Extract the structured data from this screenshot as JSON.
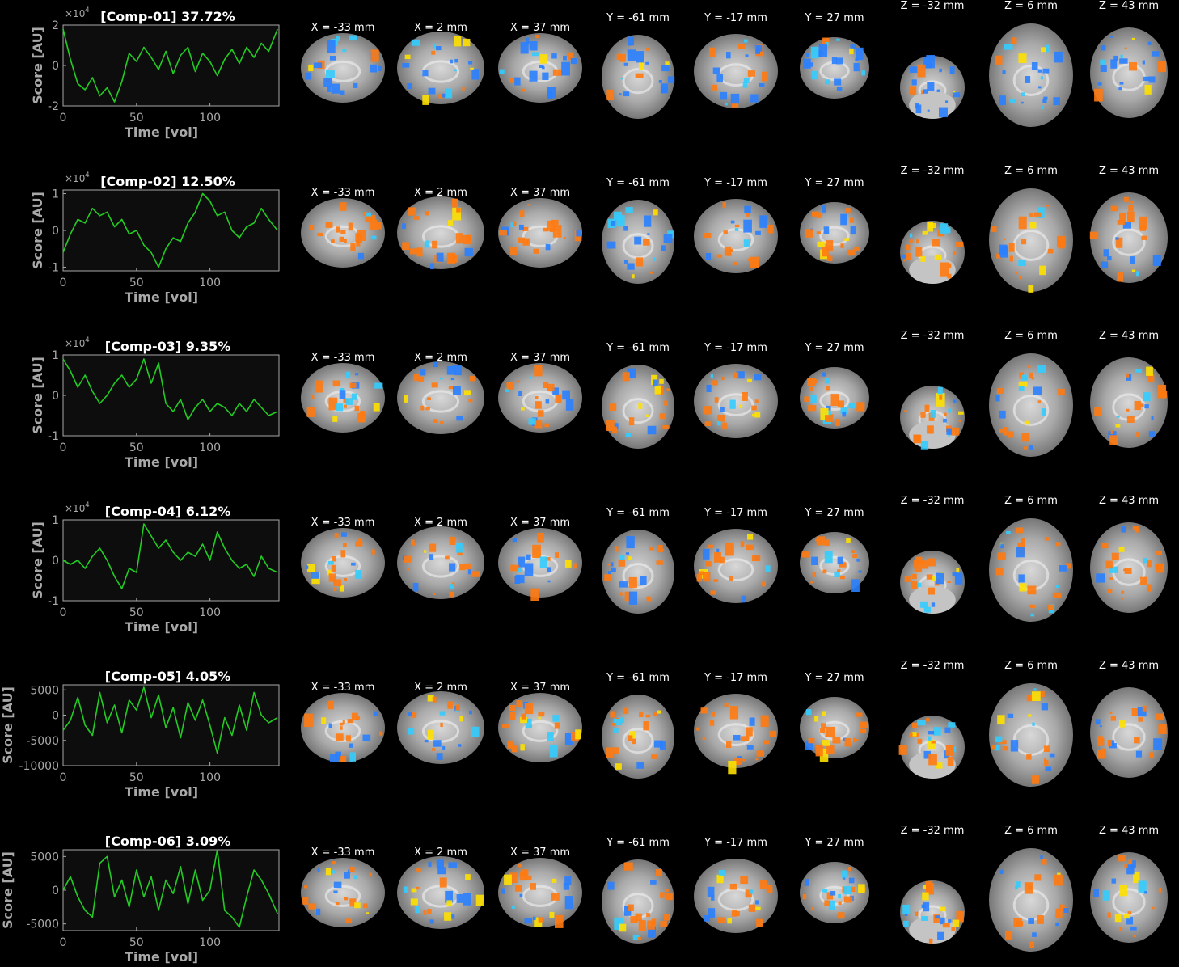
{
  "figure": {
    "slice_labels": {
      "sagittal": [
        "X = -33 mm",
        "X = 2 mm",
        "X = 37 mm"
      ],
      "coronal": [
        "Y = -61 mm",
        "Y = -17 mm",
        "Y = 27 mm"
      ],
      "axial": [
        "Z = -32 mm",
        "Z = 6 mm",
        "Z = 43 mm"
      ]
    },
    "colors": {
      "background": "#000000",
      "plot_background": "#0d0d0d",
      "axis": "#a8a8a8",
      "trace": "#22cc22",
      "positive_map": "#ff7a10",
      "positive_peak": "#ffe000",
      "negative_map": "#2a7fff",
      "negative_peak": "#33ccff",
      "brain_gray": "#b0b0b0"
    },
    "icons": [
      "brain-slice-image"
    ]
  },
  "chart_data": [
    {
      "type": "line",
      "title": "[Comp-01] 37.72%",
      "xlabel": "Time [vol]",
      "ylabel": "Score [AU]",
      "exponent_label": "×10",
      "exponent_power": "4",
      "xlim": [
        0,
        147
      ],
      "ylim": [
        -2,
        2
      ],
      "xticks": [
        "0",
        "50",
        "100"
      ],
      "xtick_values": [
        0,
        50,
        100
      ],
      "yticks": [
        "2",
        "0",
        "-2"
      ],
      "ytick_values": [
        2,
        0,
        -2
      ],
      "x": [
        0,
        5,
        10,
        15,
        20,
        25,
        30,
        35,
        40,
        45,
        50,
        55,
        60,
        65,
        70,
        75,
        80,
        85,
        90,
        95,
        100,
        105,
        110,
        115,
        120,
        125,
        130,
        135,
        140,
        146
      ],
      "y": [
        1.8,
        0.3,
        -0.9,
        -1.2,
        -0.6,
        -1.5,
        -1.1,
        -1.8,
        -0.8,
        0.6,
        0.2,
        0.9,
        0.4,
        -0.2,
        0.7,
        -0.4,
        0.5,
        0.9,
        -0.3,
        0.6,
        0.2,
        -0.5,
        0.3,
        0.8,
        0.1,
        0.9,
        0.4,
        1.1,
        0.7,
        1.8
      ]
    },
    {
      "type": "line",
      "title": "[Comp-02] 12.50%",
      "xlabel": "Time [vol]",
      "ylabel": "Score [AU]",
      "exponent_label": "×10",
      "exponent_power": "4",
      "xlim": [
        0,
        147
      ],
      "ylim": [
        -1.1,
        1.1
      ],
      "xticks": [
        "0",
        "50",
        "100"
      ],
      "xtick_values": [
        0,
        50,
        100
      ],
      "yticks": [
        "1",
        "0",
        "-1"
      ],
      "ytick_values": [
        1,
        0,
        -1
      ],
      "x": [
        0,
        5,
        10,
        15,
        20,
        25,
        30,
        35,
        40,
        45,
        50,
        55,
        60,
        65,
        70,
        75,
        80,
        85,
        90,
        95,
        100,
        105,
        110,
        115,
        120,
        125,
        130,
        135,
        140,
        146
      ],
      "y": [
        -0.6,
        -0.1,
        0.3,
        0.2,
        0.6,
        0.4,
        0.5,
        0.1,
        0.3,
        -0.1,
        0.0,
        -0.4,
        -0.6,
        -1.0,
        -0.5,
        -0.2,
        -0.3,
        0.2,
        0.5,
        1.0,
        0.8,
        0.4,
        0.5,
        0.0,
        -0.2,
        0.1,
        0.2,
        0.6,
        0.3,
        0.0
      ]
    },
    {
      "type": "line",
      "title": "[Comp-03] 9.35%",
      "xlabel": "Time [vol]",
      "ylabel": "Score [AU]",
      "exponent_label": "×10",
      "exponent_power": "4",
      "xlim": [
        0,
        147
      ],
      "ylim": [
        -1,
        1
      ],
      "xticks": [
        "0",
        "50",
        "100"
      ],
      "xtick_values": [
        0,
        50,
        100
      ],
      "yticks": [
        "1",
        "0",
        "-1"
      ],
      "ytick_values": [
        1,
        0,
        -1
      ],
      "x": [
        0,
        5,
        10,
        15,
        20,
        25,
        30,
        35,
        40,
        45,
        50,
        55,
        60,
        65,
        70,
        75,
        80,
        85,
        90,
        95,
        100,
        105,
        110,
        115,
        120,
        125,
        130,
        135,
        140,
        146
      ],
      "y": [
        0.9,
        0.6,
        0.2,
        0.5,
        0.1,
        -0.2,
        0.0,
        0.3,
        0.5,
        0.2,
        0.4,
        0.9,
        0.3,
        0.8,
        -0.2,
        -0.4,
        -0.1,
        -0.6,
        -0.3,
        -0.1,
        -0.4,
        -0.2,
        -0.3,
        -0.5,
        -0.2,
        -0.4,
        -0.1,
        -0.3,
        -0.5,
        -0.4
      ]
    },
    {
      "type": "line",
      "title": "[Comp-04] 6.12%",
      "xlabel": "Time [vol]",
      "ylabel": "Score [AU]",
      "exponent_label": "×10",
      "exponent_power": "4",
      "xlim": [
        0,
        147
      ],
      "ylim": [
        -1,
        1
      ],
      "xticks": [
        "0",
        "50",
        "100"
      ],
      "xtick_values": [
        0,
        50,
        100
      ],
      "yticks": [
        "1",
        "0",
        "-1"
      ],
      "ytick_values": [
        1,
        0,
        -1
      ],
      "x": [
        0,
        5,
        10,
        15,
        20,
        25,
        30,
        35,
        40,
        45,
        50,
        55,
        60,
        65,
        70,
        75,
        80,
        85,
        90,
        95,
        100,
        105,
        110,
        115,
        120,
        125,
        130,
        135,
        140,
        146
      ],
      "y": [
        0.0,
        -0.1,
        0.0,
        -0.2,
        0.1,
        0.3,
        0.0,
        -0.4,
        -0.7,
        -0.2,
        -0.3,
        0.9,
        0.6,
        0.3,
        0.5,
        0.2,
        0.0,
        0.2,
        0.1,
        0.4,
        0.0,
        0.7,
        0.3,
        0.0,
        -0.2,
        -0.1,
        -0.4,
        0.1,
        -0.2,
        -0.3
      ]
    },
    {
      "type": "line",
      "title": "[Comp-05] 4.05%",
      "xlabel": "Time [vol]",
      "ylabel": "Score [AU]",
      "exponent_label": "",
      "exponent_power": "",
      "xlim": [
        0,
        147
      ],
      "ylim": [
        -10000,
        6000
      ],
      "xticks": [
        "0",
        "50",
        "100"
      ],
      "xtick_values": [
        0,
        50,
        100
      ],
      "yticks": [
        "5000",
        "0",
        "-5000",
        "-10000"
      ],
      "ytick_values": [
        5000,
        0,
        -5000,
        -10000
      ],
      "x": [
        0,
        5,
        10,
        15,
        20,
        25,
        30,
        35,
        40,
        45,
        50,
        55,
        60,
        65,
        70,
        75,
        80,
        85,
        90,
        95,
        100,
        105,
        110,
        115,
        120,
        125,
        130,
        135,
        140,
        146
      ],
      "y": [
        -3000,
        -1000,
        3500,
        -2000,
        -4000,
        4500,
        -1500,
        2000,
        -3500,
        3000,
        1000,
        5500,
        -500,
        4000,
        -2500,
        1500,
        -4500,
        2500,
        -1000,
        3000,
        -2000,
        -7500,
        -500,
        -4000,
        2000,
        -3000,
        4500,
        0,
        -1500,
        -500
      ]
    },
    {
      "type": "line",
      "title": "[Comp-06] 3.09%",
      "xlabel": "Time [vol]",
      "ylabel": "Score [AU]",
      "exponent_label": "",
      "exponent_power": "",
      "xlim": [
        0,
        147
      ],
      "ylim": [
        -6000,
        6000
      ],
      "xticks": [
        "0",
        "50",
        "100"
      ],
      "xtick_values": [
        0,
        50,
        100
      ],
      "yticks": [
        "5000",
        "0",
        "-5000"
      ],
      "ytick_values": [
        5000,
        0,
        -5000
      ],
      "x": [
        0,
        5,
        10,
        15,
        20,
        25,
        30,
        35,
        40,
        45,
        50,
        55,
        60,
        65,
        70,
        75,
        80,
        85,
        90,
        95,
        100,
        105,
        110,
        115,
        120,
        125,
        130,
        135,
        140,
        146
      ],
      "y": [
        0,
        2000,
        -1000,
        -3000,
        -4000,
        4000,
        5000,
        -1000,
        1500,
        -2500,
        3000,
        -1000,
        2000,
        -3000,
        1500,
        -500,
        3500,
        -2000,
        3000,
        -1500,
        0,
        6000,
        -3000,
        -4000,
        -5500,
        -1000,
        3000,
        1500,
        -500,
        -3500
      ]
    }
  ]
}
